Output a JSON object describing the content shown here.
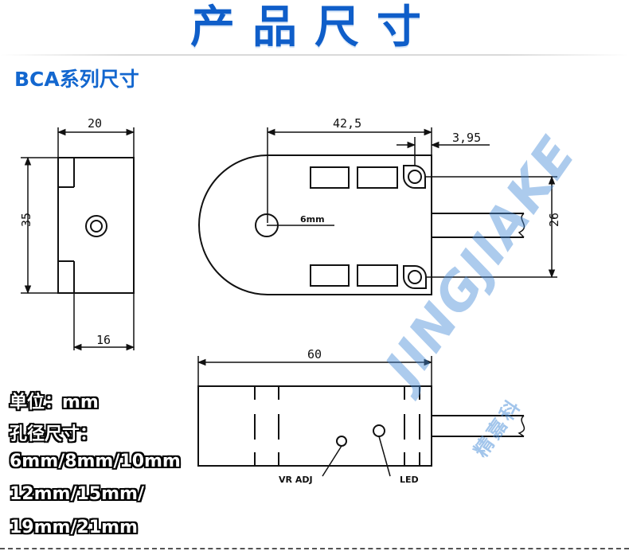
{
  "header": {
    "title": "产品尺寸",
    "series_title": "BCA系列尺寸"
  },
  "dimensions": {
    "side_width": "20",
    "side_height": "35",
    "side_bottom": "16",
    "top_width": "42,5",
    "top_offset": "3,95",
    "top_height": "26",
    "hole_label": "6mm",
    "front_width": "60",
    "vr_label": "VR ADJ",
    "led_label": "LED"
  },
  "specs": {
    "unit": "单位：mm",
    "hole_title": "孔径尺寸：",
    "hole_sizes_1": "6mm/8mm/10mm",
    "hole_sizes_2": "12mm/15mm/",
    "hole_sizes_3": "19mm/21mm"
  },
  "watermark": {
    "brand": "JINGJIAKE",
    "brand_cn": "精嘉科"
  },
  "colors": {
    "title": "#0f5ec9",
    "subtitle": "#1367cf",
    "watermark": "#468cd7"
  }
}
